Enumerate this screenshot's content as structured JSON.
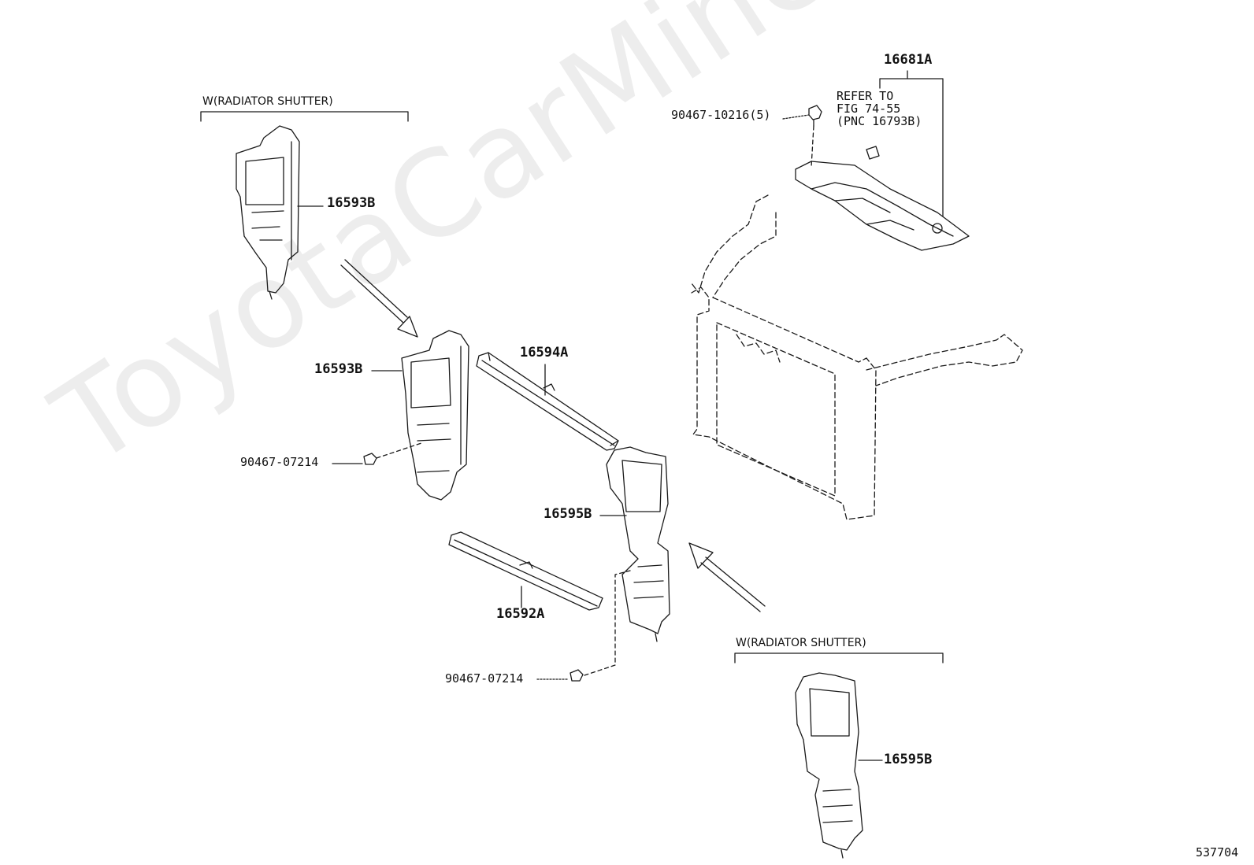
{
  "watermark": "ToyotaCarMine.ru",
  "figure_id": "537704",
  "captions": {
    "top_left": "W(RADIATOR SHUTTER)",
    "bottom_right": "W(RADIATOR SHUTTER)"
  },
  "note": {
    "line1": "REFER TO",
    "line2": "FIG 74-55",
    "line3": "(PNC 16793B)"
  },
  "parts": {
    "p16681A": "16681A",
    "p90467_10216": "90467-10216(5)",
    "p16593B_top": "16593B",
    "p16593B_mid": "16593B",
    "p16594A": "16594A",
    "p90467_07214_a": "90467-07214",
    "p16595B_mid": "16595B",
    "p16592A": "16592A",
    "p90467_07214_b": "90467-07214",
    "p16595B_bottom": "16595B"
  },
  "colors": {
    "line": "#1a1a1a",
    "watermark": "#ececec"
  }
}
